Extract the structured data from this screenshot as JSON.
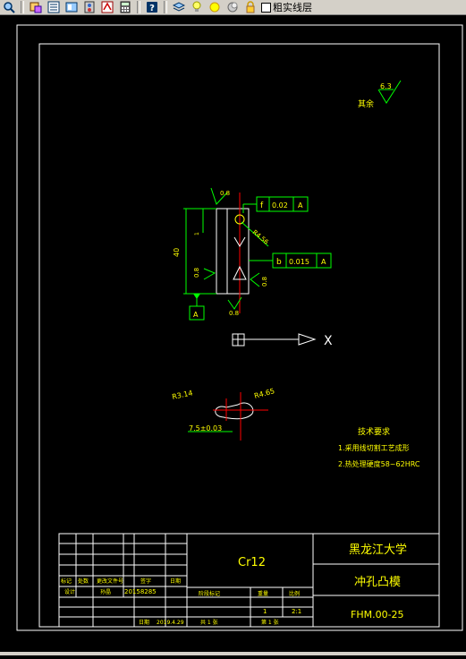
{
  "toolbar": {
    "icons": [
      "zoom-icon",
      "match-properties-icon",
      "properties-icon",
      "design-center-icon",
      "tool-palette-icon",
      "markup-icon",
      "calculator-icon",
      "help-icon",
      "layer-manager-icon",
      "bulb-icon",
      "sun-icon",
      "freeze-icon",
      "lock-icon"
    ],
    "layer_name": "粗实线层"
  },
  "drawing": {
    "roughness_symbol": "其余",
    "roughness_value": "6.3",
    "tol1_symbol": "f",
    "tol1_value": "0.02",
    "tol1_datum": "A",
    "tol2_symbol": "b",
    "tol2_value": "0.015",
    "tol2_datum": "A",
    "datum_label": "A",
    "dim_40": "40",
    "dim_08a": "0.8",
    "dim_08b": "0.8",
    "dim_08c": "0.8",
    "dim_08d": "0.8",
    "dim_r": "R4.56",
    "dim_1": "1",
    "dim_b1": "R3.14",
    "dim_b2": "R4.65",
    "dim_b3": "7.5±0.03",
    "tech_title": "技术要求",
    "tech_1": "1.采用线切割工艺成形",
    "tech_2": "2.热处理硬度58~62HRC",
    "axis_x": "X"
  },
  "title_block": {
    "material": "Cr12",
    "university": "黑龙江大学",
    "part_name": "冲孔凸模",
    "drawing_no": "FHM.00-25",
    "row_labels": [
      "标记",
      "处数",
      "更改文件号",
      "签字",
      "日期"
    ],
    "designer_label": "设计",
    "designer": "孙晶",
    "student_id": "20158285",
    "col_stage": "阶段标记",
    "col_weight": "重量",
    "col_scale": "比例",
    "qty": "1",
    "scale": "2:1",
    "date_label": "日期",
    "date": "2019.4.29",
    "sheets_total": "共 1 张",
    "sheet_no": "第 1 张"
  }
}
